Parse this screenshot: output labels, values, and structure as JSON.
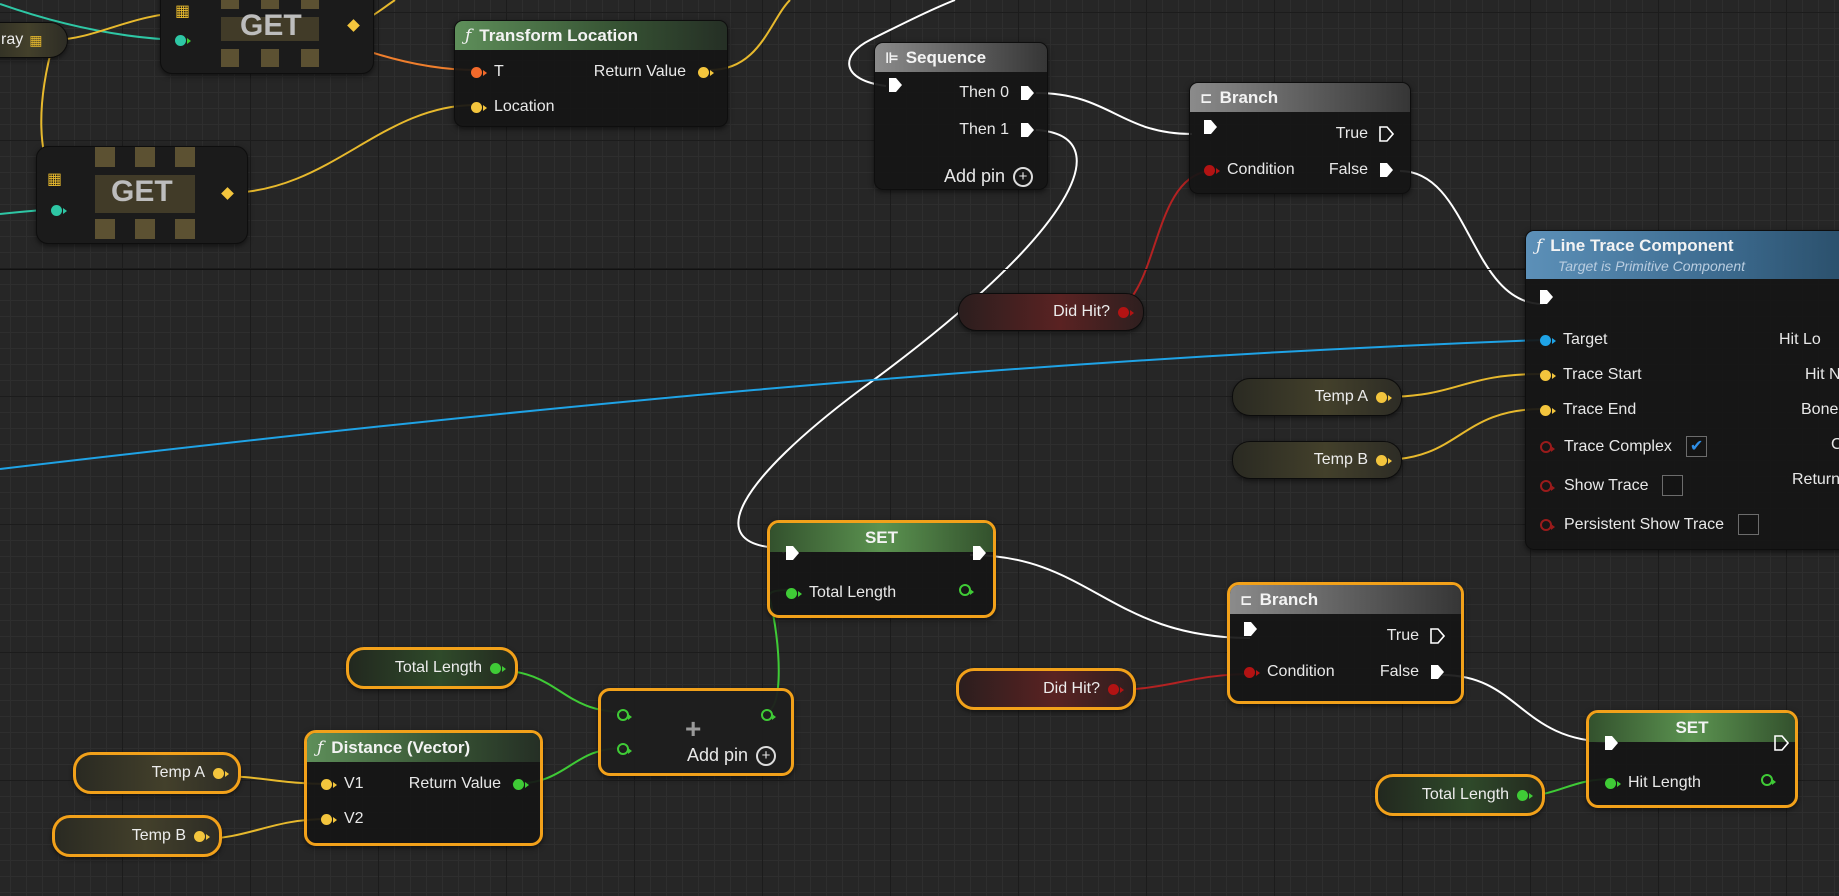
{
  "nodes": {
    "transform_location": {
      "title": "Transform Location",
      "pins": {
        "t": "T",
        "location": "Location",
        "return_value": "Return Value"
      }
    },
    "sequence": {
      "title": "Sequence",
      "then0": "Then 0",
      "then1": "Then 1",
      "add_pin": "Add pin"
    },
    "branch_top": {
      "title": "Branch",
      "true": "True",
      "false": "False",
      "condition": "Condition"
    },
    "line_trace": {
      "title": "Line Trace Component",
      "subtitle": "Target is Primitive Component",
      "inputs": {
        "target": "Target",
        "trace_start": "Trace Start",
        "trace_end": "Trace End",
        "trace_complex": "Trace Complex",
        "show_trace": "Show Trace",
        "persistent_show_trace": "Persistent Show Trace"
      },
      "trace_complex_checked": true,
      "show_trace_checked": false,
      "persistent_show_trace_checked": false,
      "outputs": {
        "hit_lo": "Hit Lo",
        "hit_n": "Hit N",
        "bone": "Bone",
        "c": "C",
        "return": "Return"
      }
    },
    "set_top": {
      "title": "SET",
      "var": "Total Length"
    },
    "branch_bottom": {
      "title": "Branch",
      "true": "True",
      "false": "False",
      "condition": "Condition"
    },
    "set_bottom": {
      "title": "SET",
      "var": "Hit Length"
    },
    "add": {
      "add_pin": "Add pin",
      "symbol": "+"
    },
    "distance": {
      "title": "Distance (Vector)",
      "v1": "V1",
      "v2": "V2",
      "return_value": "Return Value"
    },
    "get_top": {
      "label": "GET"
    },
    "get_mid": {
      "label": "GET"
    },
    "array_stub": {
      "label": "ray"
    }
  },
  "variables": {
    "did_hit_top": "Did Hit?",
    "did_hit_bottom": "Did Hit?",
    "temp_a_right": "Temp A",
    "temp_b_right": "Temp B",
    "total_length_left": "Total Length",
    "total_length_right": "Total Length",
    "temp_a_left": "Temp A",
    "temp_b_left": "Temp B"
  },
  "colors": {
    "exec": "#ffffff",
    "float": "#3fcb36",
    "vector": "#f3c53d",
    "transform": "#f36a2b",
    "bool": "#b31313",
    "object": "#1fa3e6",
    "selection": "#f2a11a"
  }
}
